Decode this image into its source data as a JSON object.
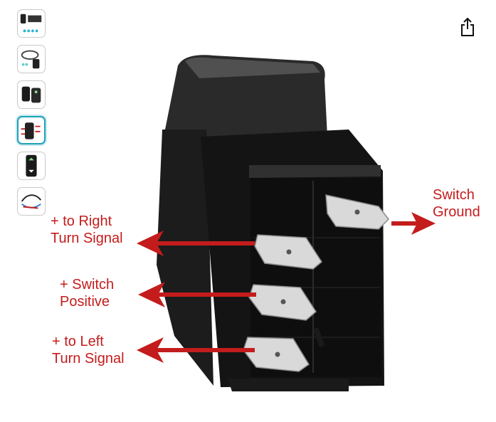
{
  "gallery": {
    "thumbnails": [
      {
        "name": "thumb-1",
        "selected": false
      },
      {
        "name": "thumb-2",
        "selected": false
      },
      {
        "name": "thumb-3",
        "selected": false
      },
      {
        "name": "thumb-4",
        "selected": true
      },
      {
        "name": "thumb-5",
        "selected": false
      },
      {
        "name": "thumb-6",
        "selected": false
      }
    ]
  },
  "icons": {
    "share": "share-icon"
  },
  "image": {
    "labels": {
      "right_turn": "+ to Right\nTurn Signal",
      "switch_positive": "+ Switch\nPositive",
      "left_turn": "+ to Left\nTurn Signal",
      "switch_ground": "Switch\nGround"
    },
    "arrow_color": "#c41c1c"
  }
}
